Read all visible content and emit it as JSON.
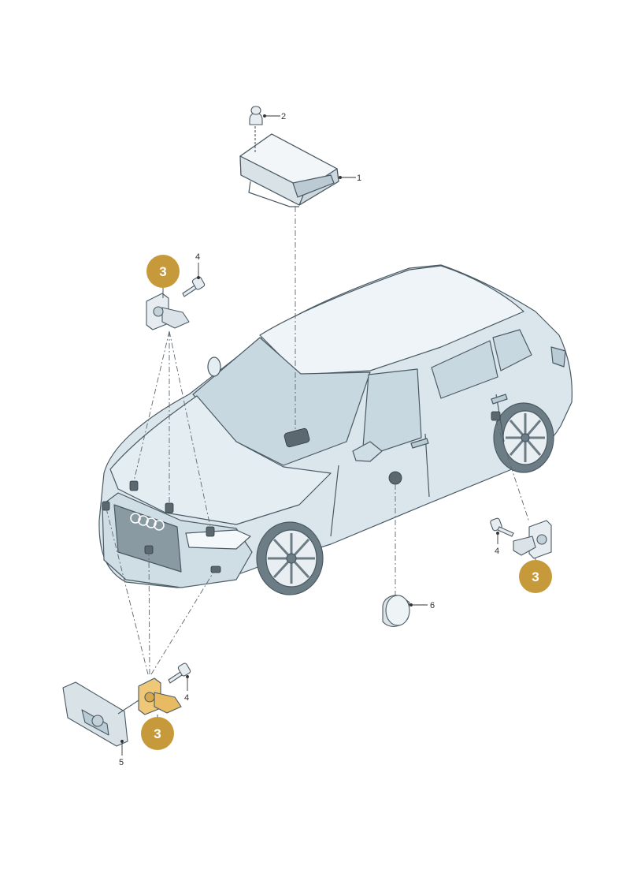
{
  "colors": {
    "body": "#dbe6ec",
    "body_light": "#eef4f7",
    "body_shade": "#b9cbd5",
    "glass": "#c7d8e1",
    "outline": "#4a5a64",
    "part": "#e6ecef",
    "highlight_part": "#efc877",
    "badge": "#c69a3a",
    "leader": "#5b6870"
  },
  "callouts": {
    "c1": "1",
    "c2": "2",
    "c4a": "4",
    "c4b": "4",
    "c4c": "4",
    "c5": "5",
    "c6": "6"
  },
  "badges": {
    "b1": "3",
    "b2": "3",
    "b3": "3"
  }
}
